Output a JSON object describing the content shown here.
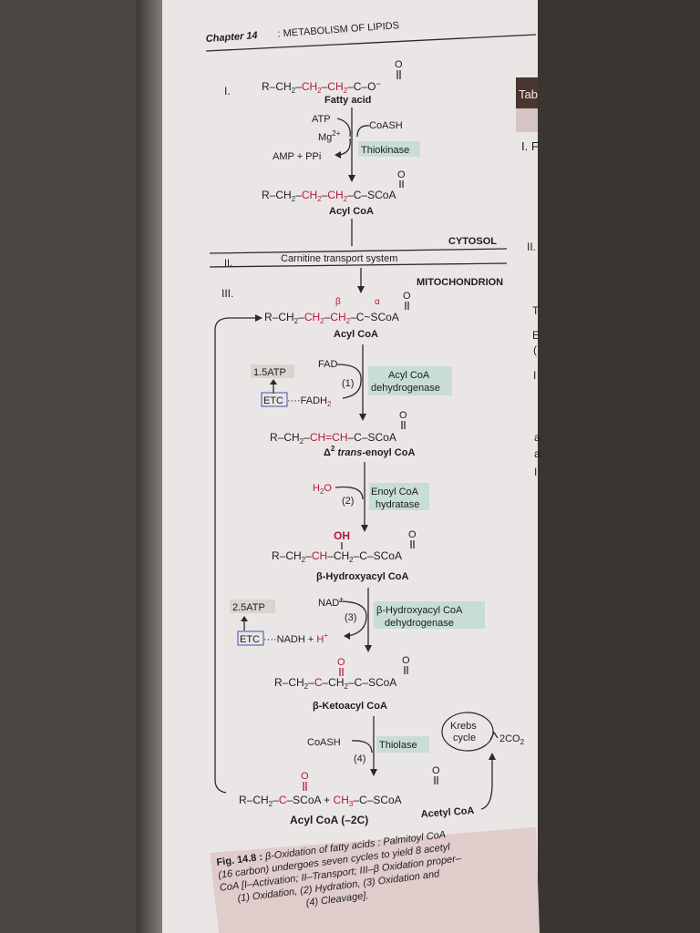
{
  "header": {
    "chapter": "Chapter 14",
    "title": ": METABOLISM OF LIPIDS"
  },
  "sidetab": {
    "tab": "Tab",
    "i": "I. F",
    "ii": "II.",
    "b": "E",
    "c": "(",
    "t": "T",
    "a1": "a",
    "a2": "a",
    "bar1": "I",
    "bar2": "I"
  },
  "stage1": {
    "roman": "I.",
    "fatty_acid": {
      "pre": "R–CH",
      "p1": "–",
      "red1": "CH",
      "p2": "–",
      "red2": "CH",
      "p3": "–C–O",
      "minus": "−",
      "label": "Fatty acid",
      "o": "O",
      "two": "2"
    },
    "reactants": {
      "atp": "ATP",
      "mg": "Mg",
      "mg_sup": "2+",
      "coash": "CoASH",
      "amp": "AMP + PPi"
    },
    "enzyme": "Thiokinase",
    "acyl_coa": {
      "pre": "R–CH",
      "red1": "CH",
      "red2": "CH",
      "tail": "–C–SCoA",
      "label": "Acyl CoA",
      "o": "O"
    }
  },
  "compartments": {
    "cytosol": "CYTOSOL",
    "mitochondrion": "MITOCHONDRION"
  },
  "stage2": {
    "roman": "II.",
    "label": "Carnitine transport system"
  },
  "stage3": {
    "roman": "III.",
    "greek_beta": "β",
    "greek_alpha": "α",
    "acyl_coa": {
      "pre": "R–CH",
      "red1": "CH",
      "red2": "CH",
      "tail": "–C~SCoA",
      "label": "Acyl CoA",
      "o": "O"
    },
    "step1": {
      "fad": "FAD",
      "num": "(1)",
      "enzyme_line1": "Acyl CoA",
      "enzyme_line2": "dehydrogenase",
      "atp": "1.5ATP",
      "etc": "ETC",
      "fadh": "····FADH",
      "h2": "2"
    },
    "enoyl": {
      "pre": "R–CH",
      "red": "CH=CH",
      "tail": "–C–SCoA",
      "label_pre": "Δ",
      "label_sup": "2",
      "label_ital": " trans",
      "label_post": "-enoyl CoA",
      "o": "O"
    },
    "step2": {
      "water": "H",
      "water_sub": "2",
      "water_o": "O",
      "num": "(2)",
      "enzyme_line1": "Enoyl CoA",
      "enzyme_line2": "hydratase"
    },
    "hydroxy": {
      "oh": "OH",
      "pre": "R–CH",
      "red": "CH",
      "tail": "–CH",
      "tail2": "–C–SCoA",
      "label": "β-Hydroxyacyl CoA",
      "o": "O"
    },
    "step3": {
      "nad": "NAD",
      "nad_sup": "+",
      "num": "(3)",
      "enzyme_line1": "β-Hydroxyacyl CoA",
      "enzyme_line2": "dehydrogenase",
      "atp": "2.5ATP",
      "etc": "ETC",
      "nadh": "····NADH + ",
      "h": "H",
      "h_sup": "+"
    },
    "keto": {
      "pre": "R–CH",
      "red": "C",
      "mid": "–CH",
      "tail": "–C–SCoA",
      "label": "β-Ketoacyl CoA",
      "o1": "O",
      "o2": "O"
    },
    "step4": {
      "coash": "CoASH",
      "num": "(4)",
      "enzyme": "Thiolase"
    },
    "krebs": {
      "line1": "Krebs",
      "line2": "cycle",
      "out": "2CO",
      "out_sub": "2"
    },
    "products": {
      "pre": "R–CH",
      "red": "C",
      "tail": "–SCoA + ",
      "ch3": "CH",
      "ch3_sub": "3",
      "tail2": "–C–SCoA",
      "label1": "Acyl CoA (–2C)",
      "label2": "Acetyl CoA",
      "o1": "O",
      "o2": "O"
    }
  },
  "caption": {
    "lead": "Fig. 14.8 :",
    "line1": "β-Oxidation of fatty acids : Palmitoyl CoA",
    "line2": "(16 carbon) undergoes seven cycles to yield 8 acetyl",
    "line3": "CoA [I–Activation; II–Transport; III–β Oxidation proper–",
    "line4": "(1) Oxidation, (2) Hydration, (3) Oxidation and",
    "line5": "(4) Cleavage]."
  }
}
